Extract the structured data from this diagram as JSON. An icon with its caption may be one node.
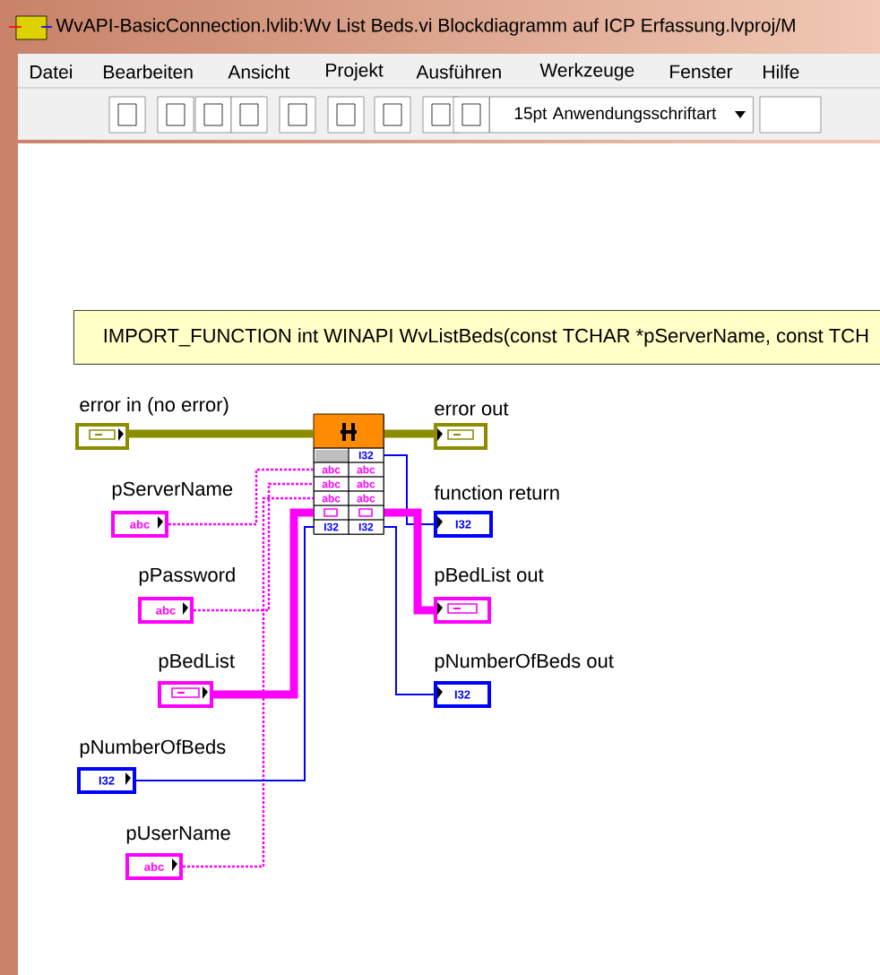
{
  "diagram": {
    "title": "WvAPI-BasicConnection.lvlib:Wv List Beds.vi Blockdiagramm auf ICP Erfassung.lvproj/M",
    "nodes": [
      {
        "text": [
          "IMPORT_FUNCTION int WINAPI WvListBeds(const TCHAR *pServerName, const TCH"
        ]
      },
      {
        "text": [
          "error in (no error)"
        ]
      },
      {
        "text": [
          "I32",
          "abc",
          "abc",
          "abc",
          "abc",
          "abc",
          "abc",
          "I32",
          "I32"
        ]
      },
      {
        "text": [
          "error out"
        ]
      },
      {
        "text": [
          "pServerName",
          "abc"
        ]
      },
      {
        "text": [
          "function return",
          "I32"
        ]
      },
      {
        "text": [
          "pPassword",
          "abc"
        ]
      },
      {
        "text": [
          "pBedList out"
        ]
      },
      {
        "text": [
          "pBedList"
        ]
      },
      {
        "text": [
          "pNumberOfBeds out",
          "I32"
        ]
      },
      {
        "text": [
          "pNumberOfBeds",
          "I32"
        ]
      },
      {
        "text": [
          "pUserName",
          "abc"
        ]
      }
    ],
    "edges": [
      {
        "from": 1,
        "to": 2,
        "arrow": "none",
        "style": "thick",
        "color": "#8c8c00"
      },
      {
        "from": 2,
        "to": 3,
        "arrow": "none",
        "style": "thick",
        "color": "#8c8c00"
      },
      {
        "from": 4,
        "to": 2,
        "arrow": "none",
        "style": "dashed"
      },
      {
        "from": 6,
        "to": 2,
        "arrow": "none",
        "style": "dashed"
      },
      {
        "from": 11,
        "to": 2,
        "arrow": "none",
        "style": "dashed"
      },
      {
        "from": 8,
        "to": 2,
        "arrow": "none",
        "style": "thick"
      },
      {
        "from": 10,
        "to": 2,
        "arrow": "none",
        "color": "#0000ff"
      },
      {
        "from": 2,
        "to": 5,
        "arrow": "none",
        "color": "#0000ff"
      },
      {
        "from": 2,
        "to": 7,
        "arrow": "none",
        "style": "thick"
      },
      {
        "from": 2,
        "to": 9,
        "arrow": "none",
        "color": "#0000ff"
      }
    ],
    "labels": [
      "Datei",
      "Bearbeiten",
      "Ansicht",
      "Projekt",
      "Ausführen",
      "Werkzeuge",
      "Fenster",
      "Hilfe",
      "15pt Anwendungsschriftart"
    ]
  }
}
